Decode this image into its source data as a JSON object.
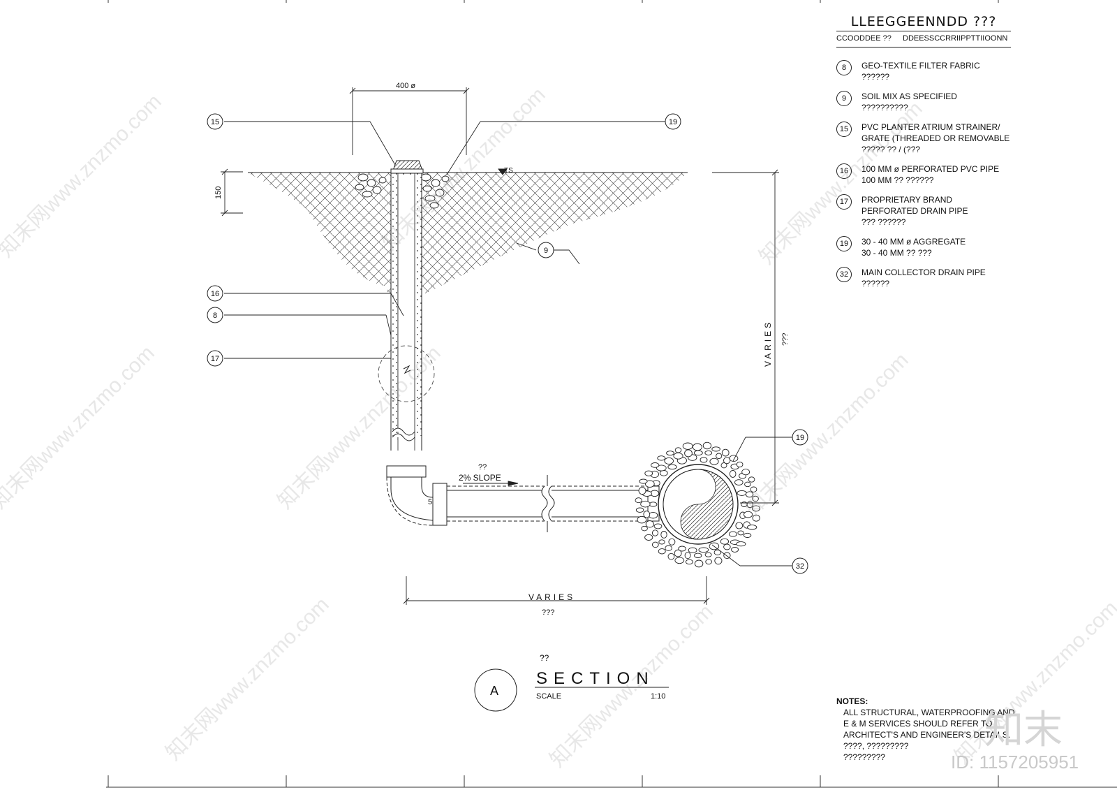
{
  "legend": {
    "title": "LLEEGGEENNDD ???",
    "col_code": "CCOODDEE ??",
    "col_desc": "DDEESSCCRRIIPPTTIIOONN",
    "items": [
      {
        "num": "8",
        "text": "GEO-TEXTILE FILTER FABRIC\n??????"
      },
      {
        "num": "9",
        "text": "SOIL MIX AS SPECIFIED\n??????????"
      },
      {
        "num": "15",
        "text": "PVC PLANTER ATRIUM STRAINER/\nGRATE (THREADED OR REMOVABLE\n?????  ??  /   (???"
      },
      {
        "num": "16",
        "text": "100 MM ø PERFORATED PVC PIPE\n100 MM  ??  ??????"
      },
      {
        "num": "17",
        "text": "PROPRIETARY BRAND\nPERFORATED DRAIN PIPE\n???  ??????"
      },
      {
        "num": "19",
        "text": "30 - 40 MM ø AGGREGATE\n30 - 40 MM  ??  ???"
      },
      {
        "num": "32",
        "text": "MAIN COLLECTOR DRAIN PIPE\n??????"
      }
    ]
  },
  "drawing": {
    "dim_top": "400 ø",
    "dim_left": "150",
    "ts_label": "TS",
    "slope_q": "??",
    "slope_label": "2% SLOPE",
    "varies_v": "VARIES",
    "varies_v_q": "???",
    "varies_h": "VARIES",
    "varies_h_q": "???",
    "elbow_dim": "5",
    "callouts": [
      "15",
      "19",
      "9",
      "16",
      "8",
      "17",
      "19",
      "32"
    ]
  },
  "title_block": {
    "marker": "A",
    "title_q": "??",
    "title": "SECTION",
    "scale_label": "SCALE",
    "scale_value": "1:10"
  },
  "notes": {
    "head": "NOTES:",
    "body": "ALL STRUCTURAL, WATERPROOFING AND\nE & M SERVICES SHOULD REFER TO\nARCHITECT'S AND ENGINEER'S DETAILS.\n????, ?????????\n?????????"
  },
  "watermark": {
    "site": "知末网www.znzmo.com",
    "logo": "知末",
    "id": "ID: 1157205951"
  }
}
